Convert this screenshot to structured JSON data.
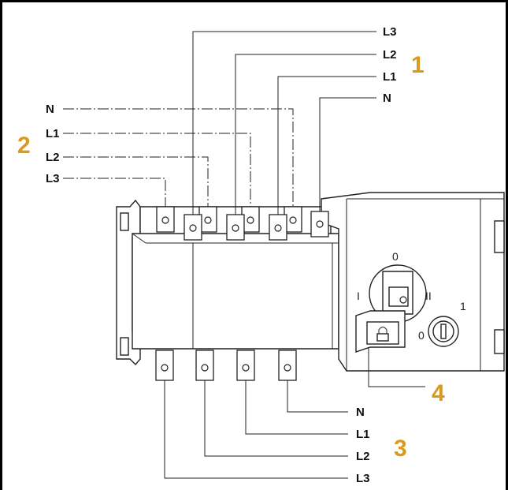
{
  "colors": {
    "callout": "#D99A1E",
    "line": "#222222",
    "frame": "#000000"
  },
  "top_labels": [
    "L3",
    "L2",
    "L1",
    "N"
  ],
  "left_labels": [
    "N",
    "L1",
    "L2",
    "L3"
  ],
  "bottom_labels": [
    "N",
    "L1",
    "L2",
    "L3"
  ],
  "callouts": {
    "c1": "1",
    "c2": "2",
    "c3": "3",
    "c4": "4"
  },
  "dial": {
    "pos0": "0",
    "posI": "I",
    "posII": "II"
  },
  "lock": {
    "one": "1",
    "zero": "0"
  },
  "icons": [
    "padlock-icon",
    "key-lock-icon"
  ]
}
